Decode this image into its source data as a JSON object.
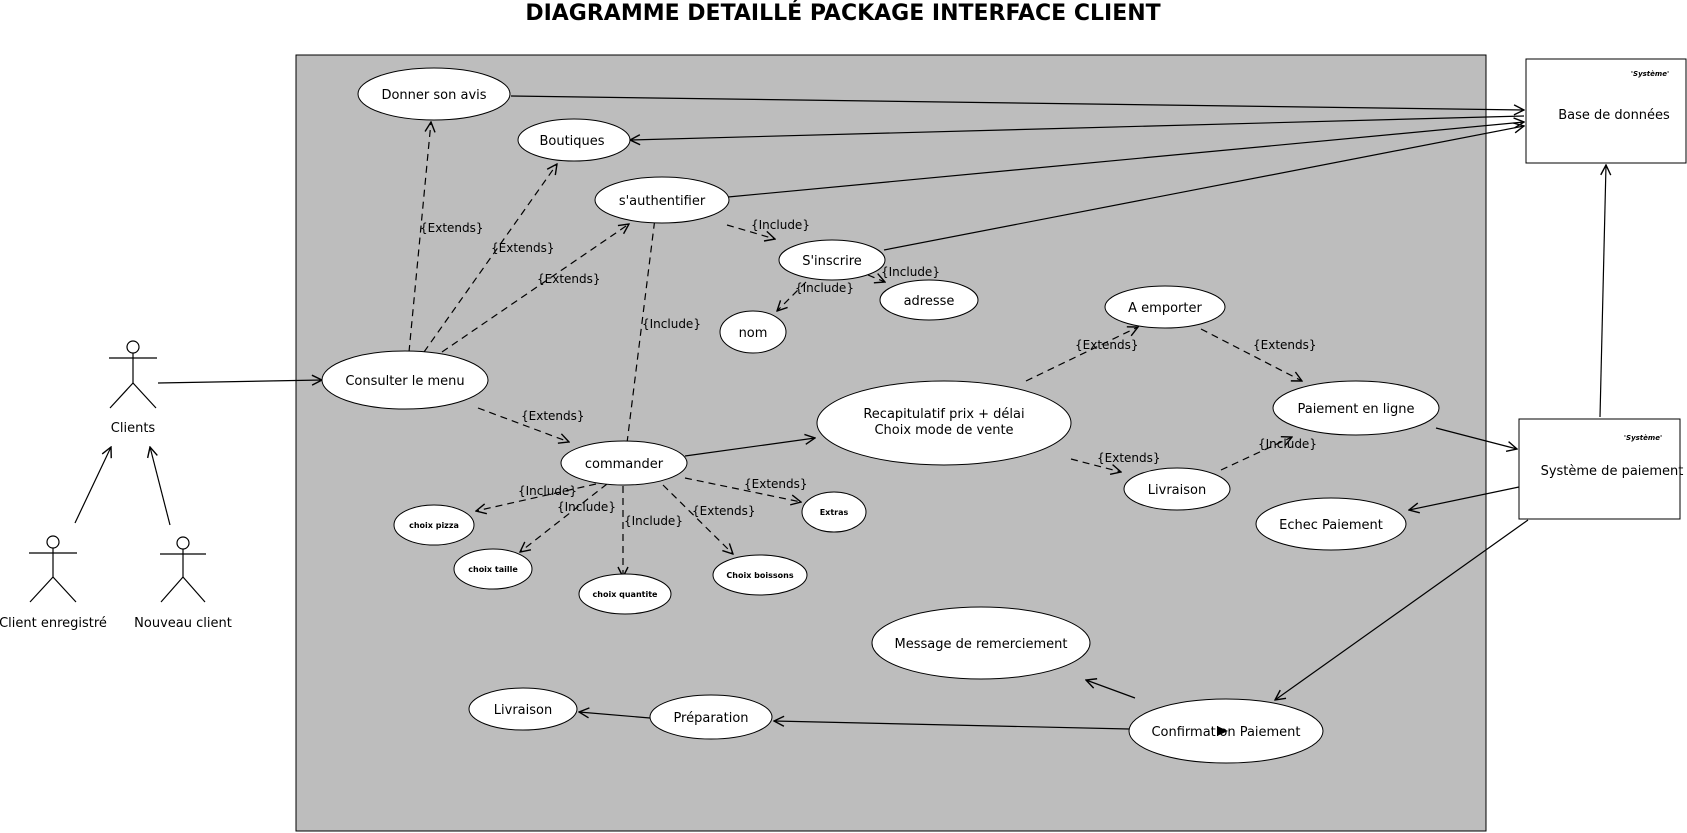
{
  "title": "DIAGRAMME DETAILLÉ PACKAGE INTERFACE CLIENT",
  "actors": {
    "clients": "Clients",
    "client_enregistre": "Client enregistré",
    "nouveau_client": "Nouveau client"
  },
  "systems": {
    "base_donnees": {
      "stereotype": "'Système'",
      "label": "Base de données"
    },
    "systeme_paiement": {
      "stereotype": "'Système'",
      "label": "Système de paiement"
    }
  },
  "use_cases": {
    "donner_avis": "Donner son avis",
    "boutiques": "Boutiques",
    "sauthentifier": "s'authentifier",
    "sinscrire": "S'inscrire",
    "adresse": "adresse",
    "nom": "nom",
    "consulter_menu": "Consulter le menu",
    "commander": "commander",
    "recap_line1": "Recapitulatif prix + délai",
    "recap_line2": "Choix mode de vente",
    "a_emporter": "A emporter",
    "paiement_en_ligne": "Paiement en ligne",
    "livraison_mode": "Livraison",
    "echec_paiement": "Echec Paiement",
    "choix_pizza": "choix pizza",
    "choix_taille": "choix taille",
    "choix_quantite": "choix quantite",
    "choix_boissons": "Choix boissons",
    "extras": "Extras",
    "message_remerciement": "Message de remerciement",
    "confirmation_paiement": "Confirmation Paiement",
    "preparation": "Préparation",
    "livraison_final": "Livraison"
  },
  "relations": {
    "extends": "{Extends}",
    "include": "{Include}"
  }
}
